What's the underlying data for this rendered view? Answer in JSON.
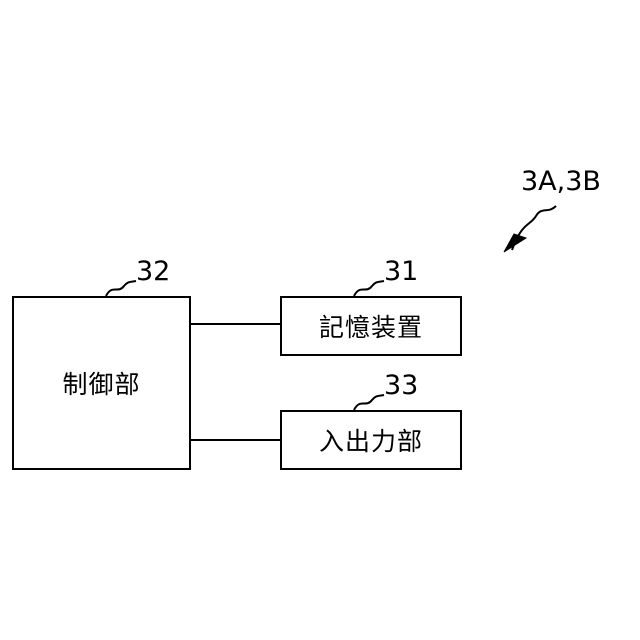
{
  "system": {
    "reference": "3A,3B"
  },
  "blocks": {
    "control": {
      "label": "制御部",
      "reference": "32"
    },
    "storage": {
      "label": "記憶装置",
      "reference": "31"
    },
    "io": {
      "label": "入出力部",
      "reference": "33"
    }
  },
  "style": {
    "line_color": "#000000",
    "background": "#ffffff"
  }
}
